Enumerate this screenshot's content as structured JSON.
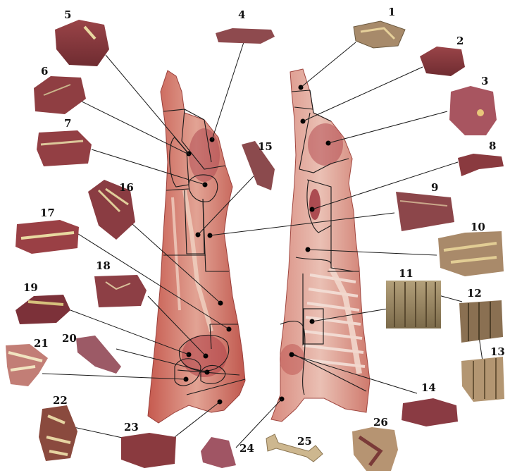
{
  "figure": {
    "labels": [
      "1",
      "2",
      "3",
      "4",
      "5",
      "6",
      "7",
      "8",
      "9",
      "10",
      "11",
      "12",
      "13",
      "14",
      "15",
      "16",
      "17",
      "18",
      "19",
      "20",
      "21",
      "22",
      "23",
      "24",
      "25",
      "26"
    ]
  },
  "colors": {
    "background": "#ffffff",
    "carcass_fat": "#e8c0b3",
    "carcass_meat": "#c9584e",
    "lean_meat": "#8a3a3f",
    "dark_meat": "#6e2a2e",
    "fat_marbling": "#e8d8a0",
    "bone": "#d9c7a0",
    "rib_bone": "#8a7a55",
    "outline": "#1a1a1a",
    "dot": "#000000"
  }
}
